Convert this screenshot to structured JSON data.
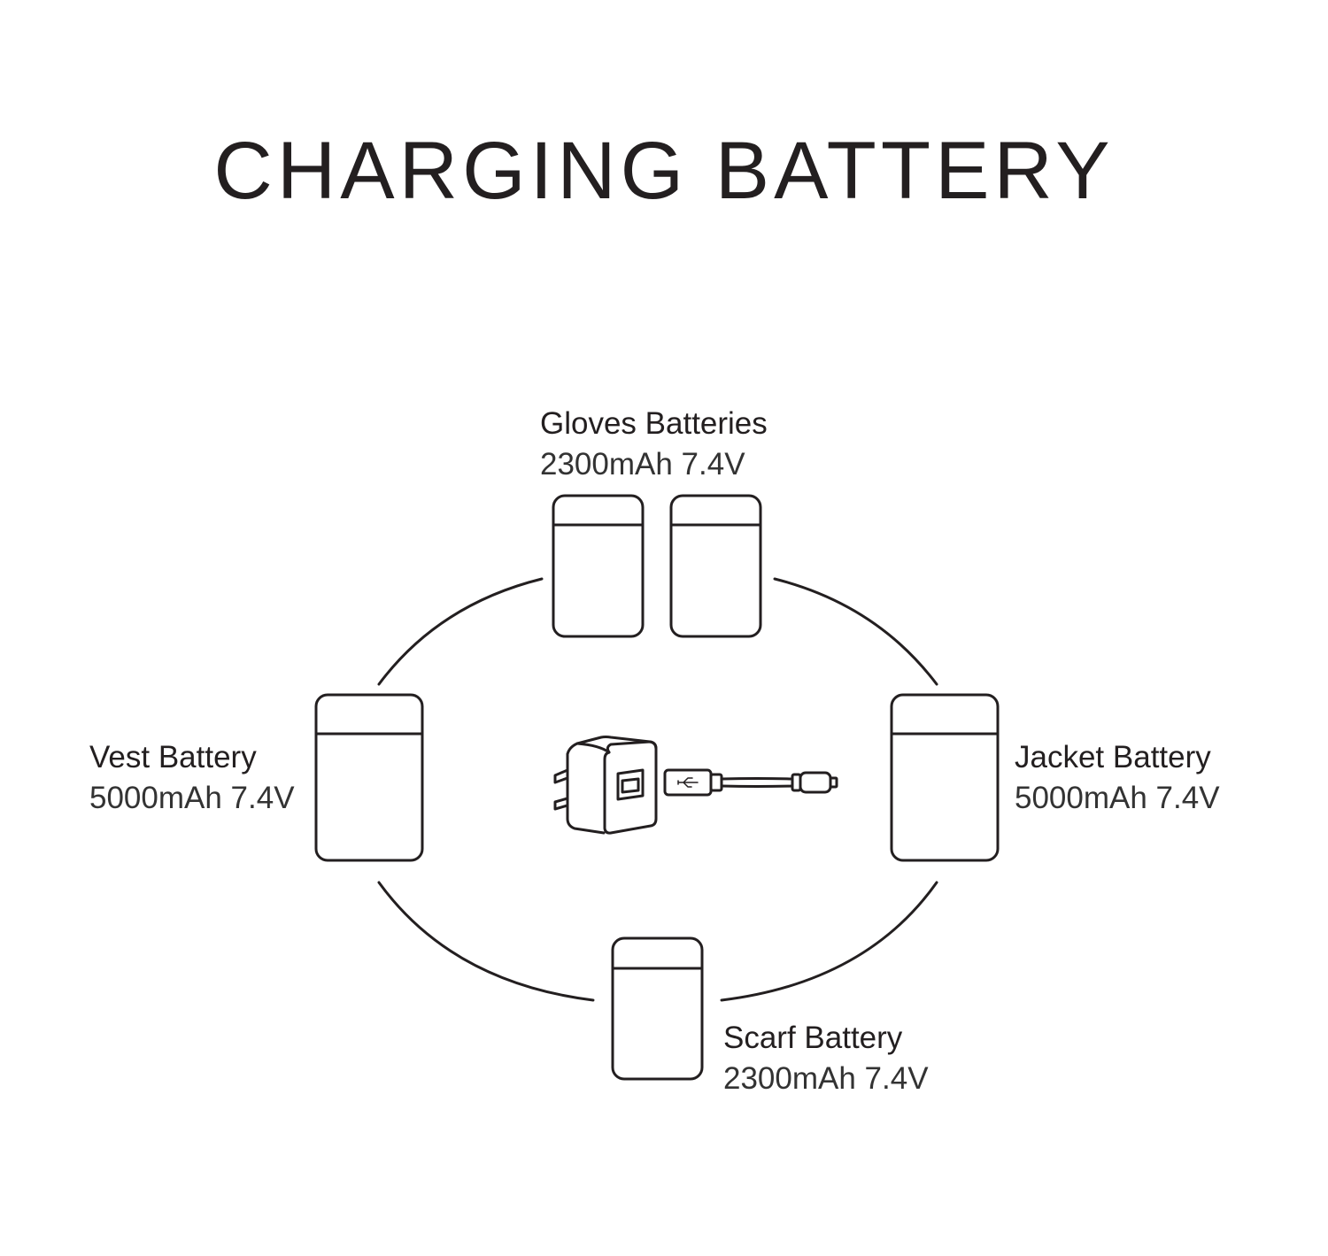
{
  "title": "CHARGING BATTERY",
  "line_color": "#231f20",
  "batteries": [
    {
      "id": "gloves",
      "name": "Gloves Batteries",
      "spec": "2300mAh 7.4V"
    },
    {
      "id": "vest",
      "name": "Vest Battery",
      "spec": "5000mAh 7.4V"
    },
    {
      "id": "jacket",
      "name": "Jacket Battery",
      "spec": "5000mAh 7.4V"
    },
    {
      "id": "scarf",
      "name": "Scarf Battery",
      "spec": "2300mAh 7.4V"
    }
  ],
  "center_icons": [
    "wall-charger-icon",
    "usb-cable-icon"
  ]
}
